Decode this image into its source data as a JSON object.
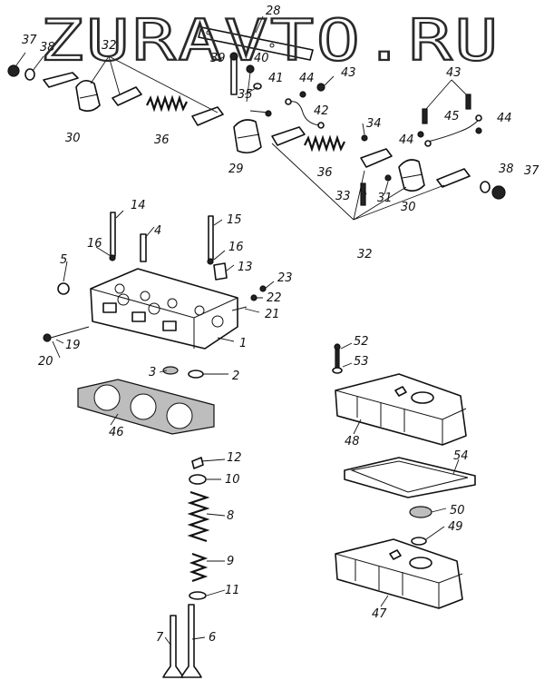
{
  "watermark": "ZURAVTO.RU",
  "callouts": {
    "c1": "1",
    "c2": "2",
    "c3": "3",
    "c4": "4",
    "c5": "5",
    "c6": "6",
    "c7": "7",
    "c8": "8",
    "c10": "10",
    "c11": "11",
    "c12": "12",
    "c13": "13",
    "c14": "14",
    "c15": "15",
    "c16": "16",
    "c19": "19",
    "c20": "20",
    "c21": "21",
    "c22": "22",
    "c23": "23",
    "c28": "28",
    "c29": "29",
    "c30": "30",
    "c31": "31",
    "c32": "32",
    "c33": "33",
    "c34": "34",
    "c35": "35",
    "c36": "36",
    "c37": "37",
    "c38": "38",
    "c39": "39",
    "c40": "40",
    "c41": "41",
    "c42": "42",
    "c43": "43",
    "c44": "44",
    "c45": "45",
    "c46": "46",
    "c47": "47",
    "c48": "48",
    "c49": "49",
    "c50": "50",
    "c52": "52",
    "c53": "53",
    "c54": "54",
    "c9": "9"
  }
}
